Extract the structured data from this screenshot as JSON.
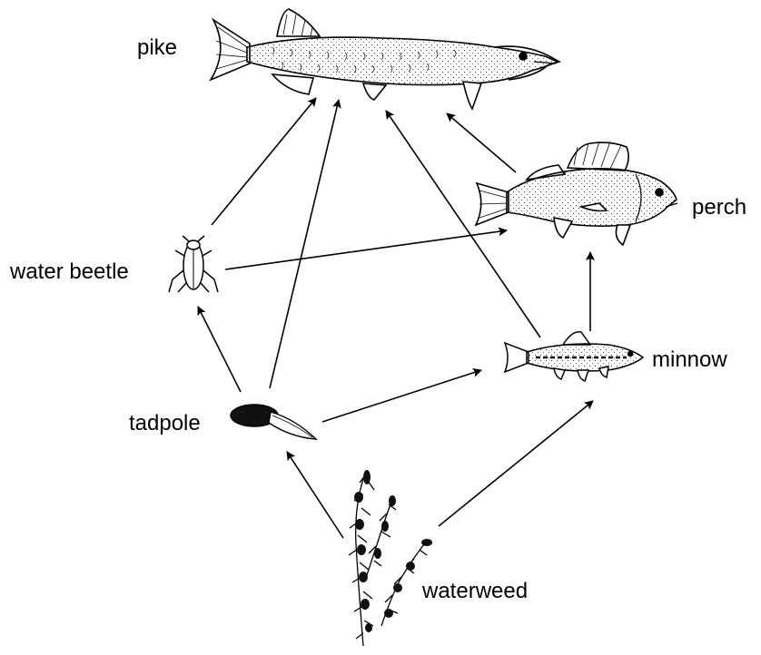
{
  "diagram": {
    "organisms": {
      "pike": "pike",
      "perch": "perch",
      "water_beetle": "water beetle",
      "minnow": "minnow",
      "tadpole": "tadpole",
      "waterweed": "waterweed"
    },
    "feeding_links": [
      {
        "from": "water beetle",
        "to": "pike"
      },
      {
        "from": "tadpole",
        "to": "pike"
      },
      {
        "from": "minnow",
        "to": "pike"
      },
      {
        "from": "perch",
        "to": "pike"
      },
      {
        "from": "water beetle",
        "to": "perch"
      },
      {
        "from": "minnow",
        "to": "perch"
      },
      {
        "from": "tadpole",
        "to": "water beetle"
      },
      {
        "from": "tadpole",
        "to": "minnow"
      },
      {
        "from": "waterweed",
        "to": "tadpole"
      },
      {
        "from": "waterweed",
        "to": "minnow"
      }
    ]
  }
}
